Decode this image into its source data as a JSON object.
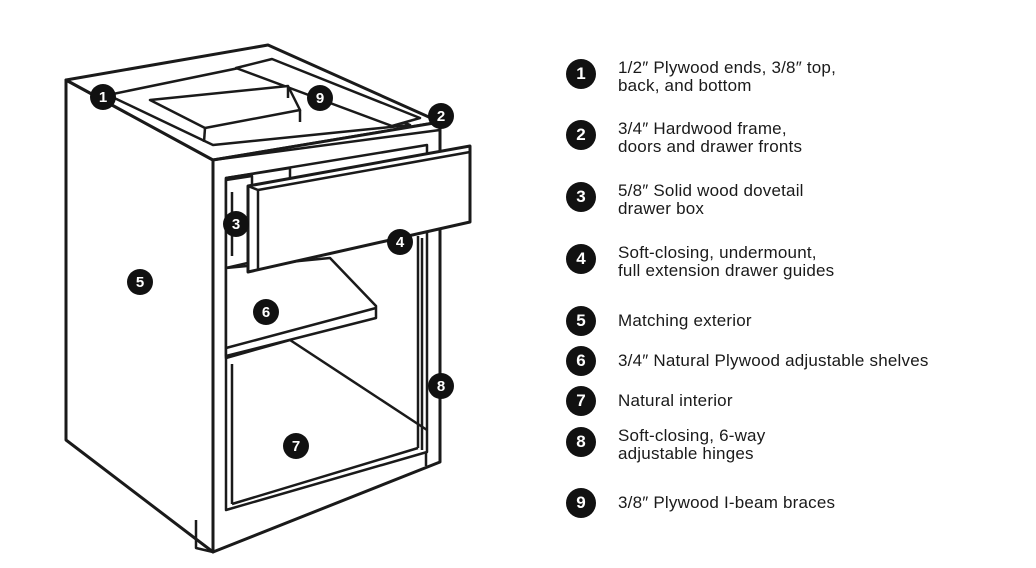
{
  "callouts": [
    {
      "num": "1",
      "text": "1/2″ Plywood ends, 3/8″ top,\nback, and bottom"
    },
    {
      "num": "2",
      "text": "3/4″ Hardwood frame,\ndoors and drawer fronts"
    },
    {
      "num": "3",
      "text": "5/8″ Solid wood dovetail\ndrawer box"
    },
    {
      "num": "4",
      "text": "Soft-closing, undermount,\nfull extension drawer guides"
    },
    {
      "num": "5",
      "text": "Matching exterior"
    },
    {
      "num": "6",
      "text": "3/4″ Natural Plywood adjustable shelves"
    },
    {
      "num": "7",
      "text": "Natural interior"
    },
    {
      "num": "8",
      "text": "Soft-closing, 6-way\nadjustable hinges"
    },
    {
      "num": "9",
      "text": "3/8″ Plywood I-beam braces"
    }
  ],
  "colors": {
    "badge": "#111111",
    "stroke": "#1a1a1a",
    "panel": "#ffffff"
  }
}
